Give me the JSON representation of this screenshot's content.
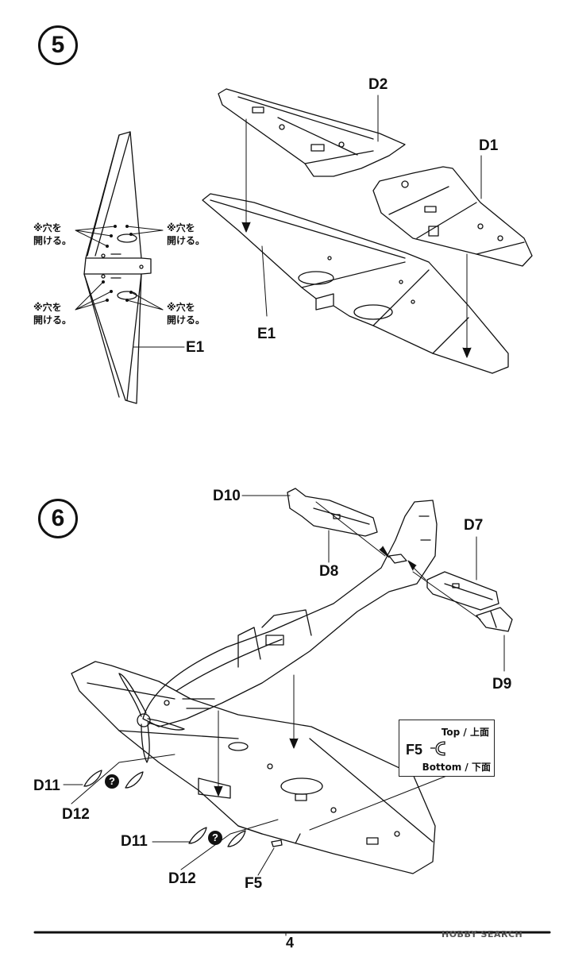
{
  "steps": {
    "step5": "5",
    "step6": "6"
  },
  "step5": {
    "labels": {
      "d2": "D2",
      "d1": "D1",
      "e1_main": "E1",
      "e1_small": "E1"
    },
    "hole_note": {
      "line1": "※穴を",
      "line2": "開ける。"
    }
  },
  "step6": {
    "labels": {
      "d10": "D10",
      "d8": "D8",
      "d7": "D7",
      "d9": "D9",
      "d11_a": "D11",
      "d12_a": "D12",
      "d11_b": "D11",
      "d12_b": "D12",
      "f5": "F5"
    },
    "legend": {
      "part": "F5",
      "top": "Top / 上面",
      "bottom": "Bottom / 下面"
    },
    "choice_mark": "?"
  },
  "footer": {
    "page_number": "4",
    "watermark": "HOBBY SEARCH"
  },
  "icons": {
    "choice": "question-circle-icon",
    "f5_part": "crescent-part-icon"
  }
}
